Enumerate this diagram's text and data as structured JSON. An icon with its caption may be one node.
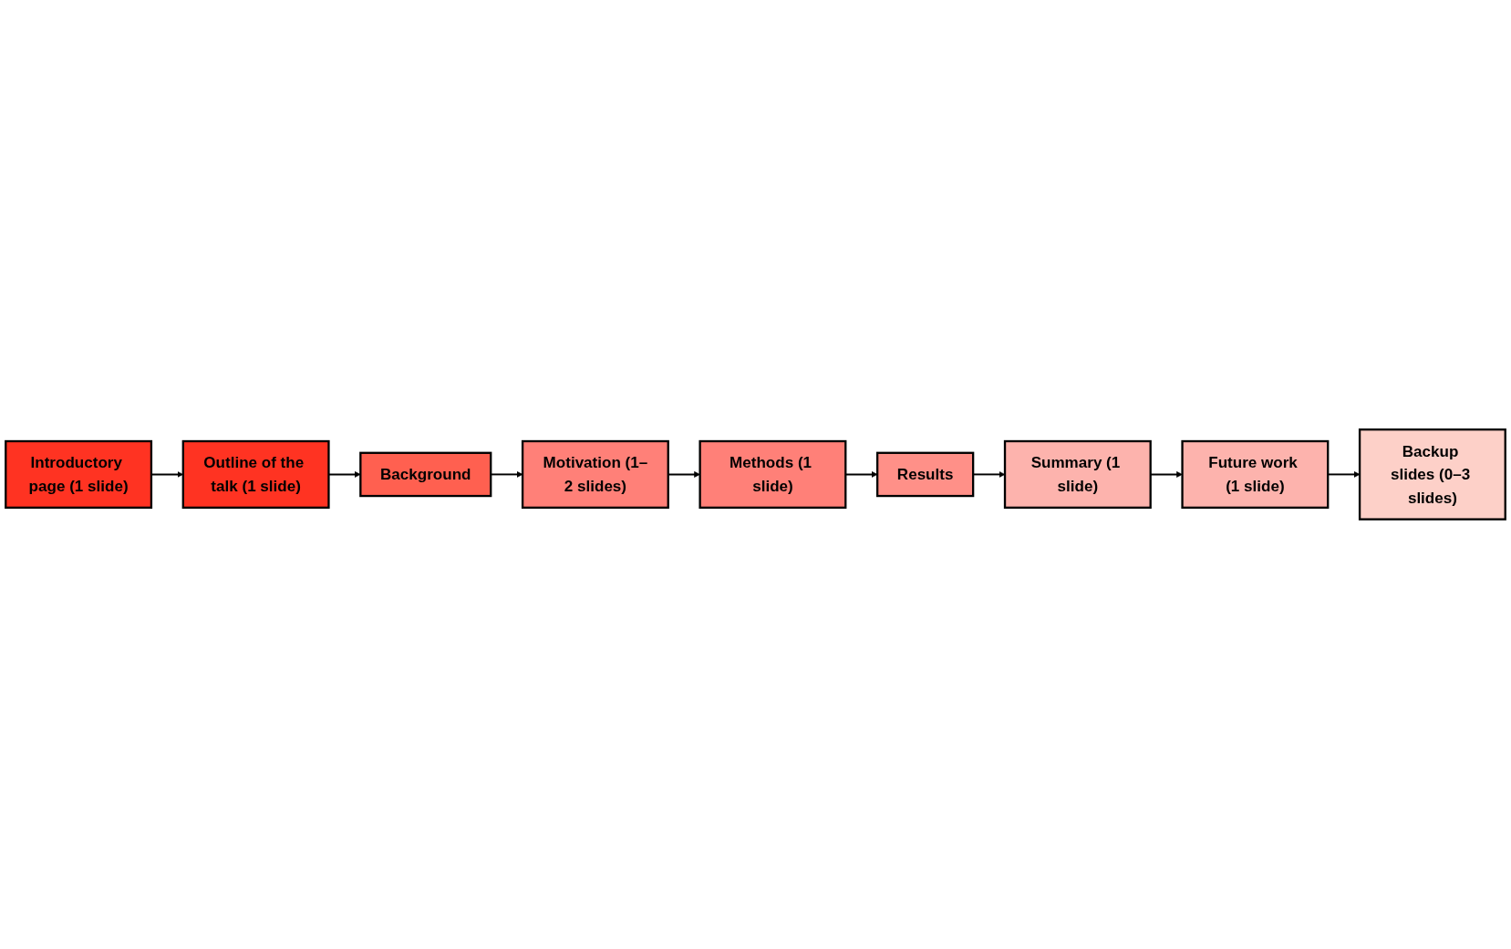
{
  "diagram": {
    "nodes": [
      {
        "text": [
          "Introductory page (1 slide)"
        ]
      },
      {
        "text": [
          "Outline of the talk (1 slide)"
        ]
      },
      {
        "text": [
          "Background"
        ]
      },
      {
        "text": [
          "Motivation (1–2 slides)"
        ]
      },
      {
        "text": [
          "Methods (1 slide)"
        ]
      },
      {
        "text": [
          "Results"
        ]
      },
      {
        "text": [
          "Summary (1 slide)"
        ]
      },
      {
        "text": [
          "Future work (1 slide)"
        ]
      },
      {
        "text": [
          "Backup slides (0–3 slides)"
        ]
      }
    ],
    "edges": [
      {
        "from": 0,
        "to": 1,
        "arrow": "to"
      },
      {
        "from": 1,
        "to": 2,
        "arrow": "to"
      },
      {
        "from": 2,
        "to": 3,
        "arrow": "to"
      },
      {
        "from": 3,
        "to": 4,
        "arrow": "to"
      },
      {
        "from": 4,
        "to": 5,
        "arrow": "to"
      },
      {
        "from": 5,
        "to": 6,
        "arrow": "to"
      },
      {
        "from": 6,
        "to": 7,
        "arrow": "to"
      },
      {
        "from": 7,
        "to": 8,
        "arrow": "to"
      }
    ]
  }
}
